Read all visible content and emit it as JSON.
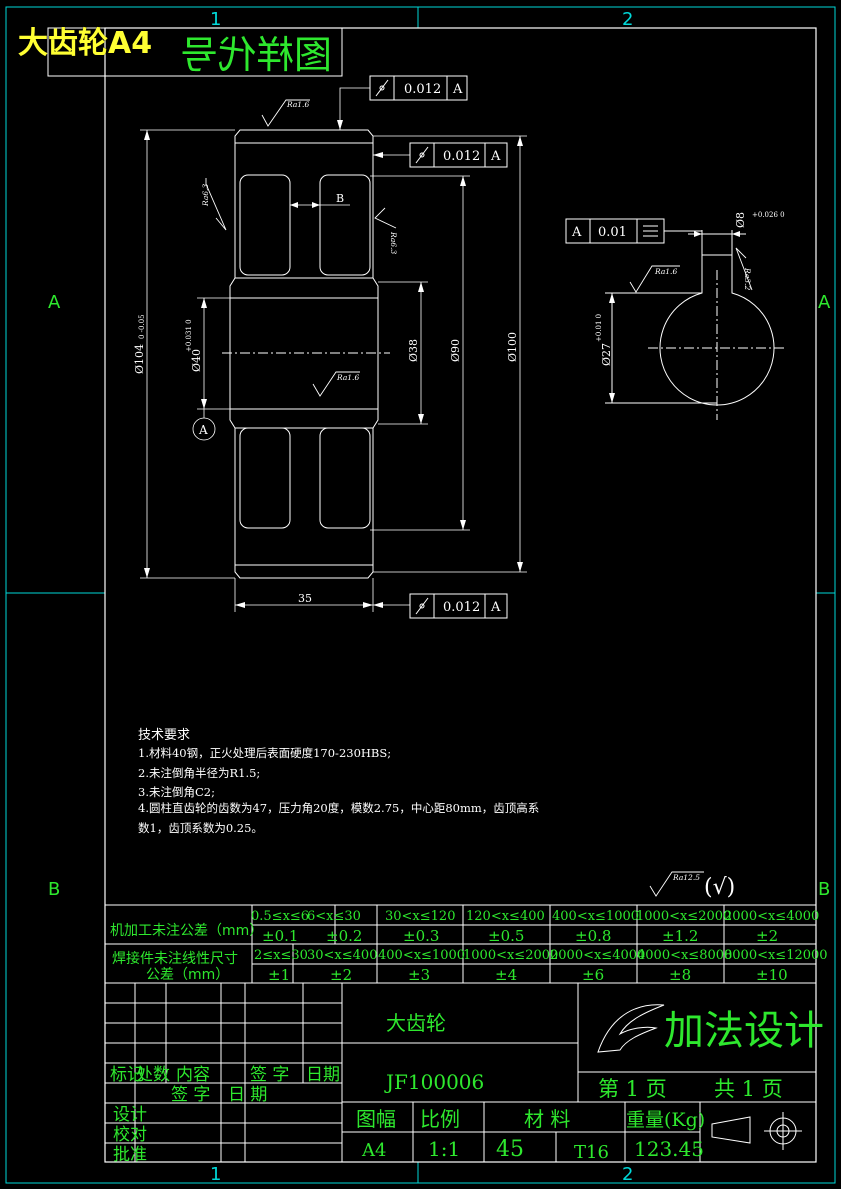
{
  "overlay_title": "大齿轮A4",
  "logo_mirror_text": "图样代号",
  "grid": {
    "cols": [
      "1",
      "2"
    ],
    "rows": [
      "A",
      "B"
    ]
  },
  "geo_tol": {
    "top": {
      "value": "0.012",
      "datum": "A"
    },
    "mid": {
      "value": "0.012",
      "datum": "A"
    },
    "bottom": {
      "value": "0.012",
      "datum": "A"
    },
    "sym": {
      "datum": "A",
      "value": "0.01"
    }
  },
  "dims": {
    "d104": "Ø104",
    "d104_tol": "0\n-0.05",
    "d40": "Ø40",
    "d40_tol": "+0.031\n0",
    "d38": "Ø38",
    "d90": "Ø90",
    "d100": "Ø100",
    "width35": "35",
    "key8": "Ø8",
    "key8_tol": "+0.026\n0",
    "key27": "Ø27",
    "key27_tol": "+0.01\n0",
    "label_b": "B",
    "datum_a": "A"
  },
  "roughness": {
    "r1": "Ra1.6",
    "r2": "Ra6.3",
    "r3": "Ra6.3",
    "r4": "Ra1.6",
    "r5": "Ra1.6",
    "r6": "Ra3.2",
    "general": "Ra12.5",
    "general_symbol": "(√)"
  },
  "tech_req": {
    "title": "技术要求",
    "items": [
      "1.材料40钢，正火处理后表面硬度170-230HBS;",
      "2.未注倒角半径为R1.5;",
      "3.未注倒角C2;",
      "4.圆柱直齿轮的齿数为47，压力角20度，模数2.75，中心距80mm，齿顶高系",
      "数1，齿顶系数为0.25。"
    ]
  },
  "tolerance_table": {
    "row1_label": "机加工未注公差（mm）",
    "row1_ranges": [
      "0.5≤x≤6",
      "6<x≤30",
      "30<x≤120",
      "120<x≤400",
      "400<x≤1000",
      "1000<x≤2000",
      "2000<x≤4000"
    ],
    "row1_values": [
      "±0.1",
      "±0.2",
      "±0.3",
      "±0.5",
      "±0.8",
      "±1.2",
      "±2"
    ],
    "row2_label_a": "焊接件未注线性尺寸",
    "row2_label_b": "公差（mm）",
    "row2_ranges": [
      "2≤x≤30",
      "30<x≤400",
      "400<x≤1000",
      "1000<x≤2000",
      "2000<x≤4000",
      "4000<x≤8000",
      "8000<x≤12000"
    ],
    "row2_values": [
      "±1",
      "±2",
      "±3",
      "±4",
      "±6",
      "±8",
      "±10"
    ]
  },
  "title_block": {
    "part_name": "大齿轮",
    "drawing_no": "JF100006",
    "company": "加法设计",
    "page": "第 1 页",
    "total": "共 1 页",
    "h_format": "图幅",
    "h_scale": "比例",
    "h_material": "材  料",
    "h_weight": "重量(Kg)",
    "v_format": "A4",
    "v_scale": "1:1",
    "v_material": "45",
    "v_t": "T16",
    "v_weight": "123.45",
    "rev_headers": [
      "标记",
      "处数",
      "内容",
      "签 字",
      "日期"
    ],
    "sign_headers": [
      "签 字",
      "日 期"
    ],
    "roles": [
      "设计",
      "校对",
      "批准"
    ]
  }
}
